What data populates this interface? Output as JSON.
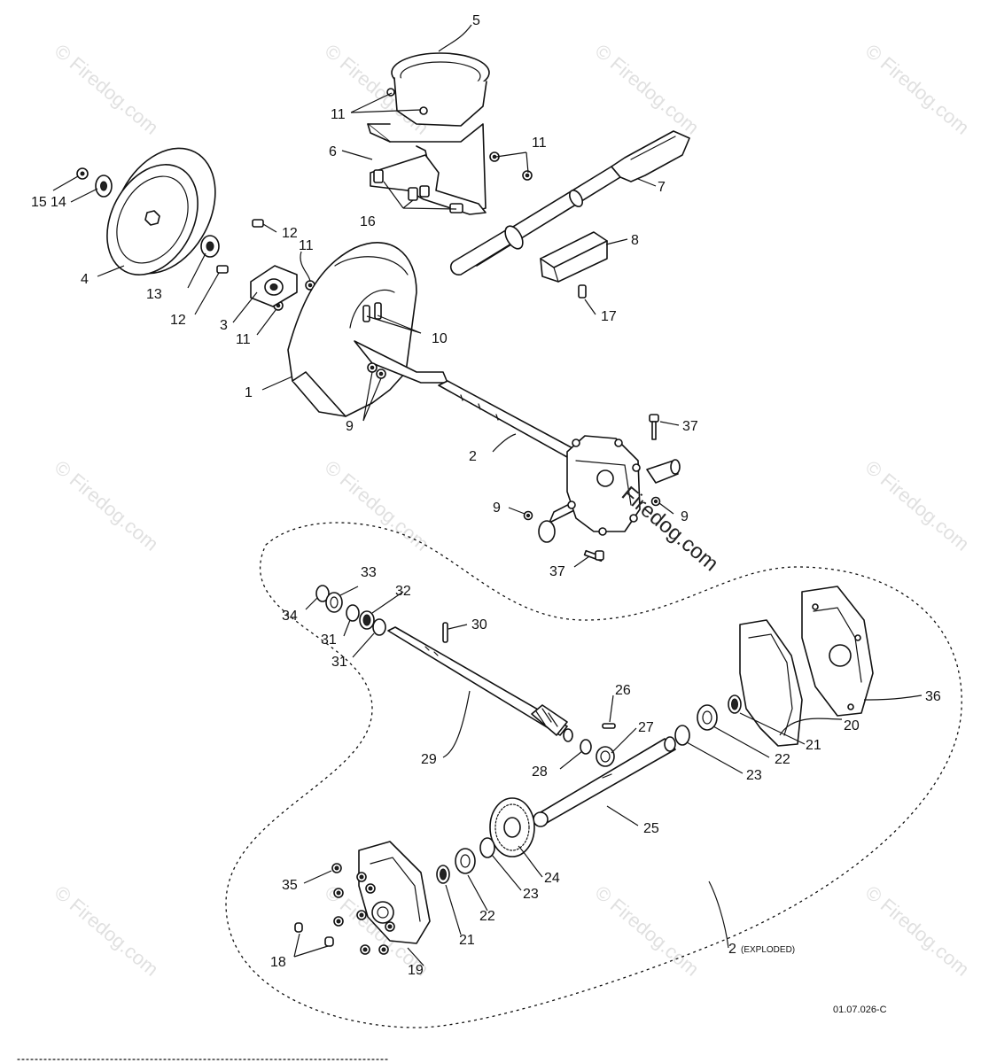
{
  "watermark": {
    "text": "© Firedog.com",
    "overlay": "Firedog.com"
  },
  "exploded_label": {
    "number": "2",
    "note": "(EXPLODED)"
  },
  "figure_code": "01.07.026-C",
  "callouts": {
    "c1": "1",
    "c2": "2",
    "c3": "3",
    "c4": "4",
    "c5": "5",
    "c6": "6",
    "c7": "7",
    "c8": "8",
    "c9a": "9",
    "c9b": "9",
    "c9c": "9",
    "c10": "10",
    "c11a": "11",
    "c11b": "11",
    "c11c": "11",
    "c11d": "11",
    "c12a": "12",
    "c12b": "12",
    "c13": "13",
    "c14": "14",
    "c15": "15",
    "c16": "16",
    "c17": "17",
    "c18": "18",
    "c19": "19",
    "c20": "20",
    "c21a": "21",
    "c21b": "21",
    "c22a": "22",
    "c22b": "22",
    "c23a": "23",
    "c23b": "23",
    "c24": "24",
    "c25": "25",
    "c26": "26",
    "c27": "27",
    "c28": "28",
    "c29": "29",
    "c30": "30",
    "c31a": "31",
    "c31b": "31",
    "c32": "32",
    "c33": "33",
    "c34": "34",
    "c35": "35",
    "c36": "36",
    "c37a": "37",
    "c37b": "37"
  }
}
